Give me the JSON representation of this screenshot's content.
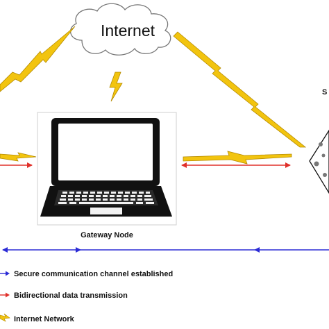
{
  "cloud": {
    "label": "Internet"
  },
  "gateway": {
    "label": "Gateway Node"
  },
  "right_node": {
    "label_fragment": "S"
  },
  "legend": {
    "items": [
      {
        "label": "Secure communication channel established",
        "color": "#2b2bd6",
        "symbol": "blue-arrow"
      },
      {
        "label": "Bidirectional data transmission",
        "color": "#e0302a",
        "symbol": "red-arrow"
      },
      {
        "label": "Internet Network",
        "color": "#f2c40f",
        "symbol": "lightning-bolt"
      }
    ]
  },
  "colors": {
    "secure_channel": "#2b2bd6",
    "data_transmission": "#e0302a",
    "internet_bolt": "#f2c40f",
    "bolt_outline": "#b48a00",
    "laptop": "#111111"
  }
}
